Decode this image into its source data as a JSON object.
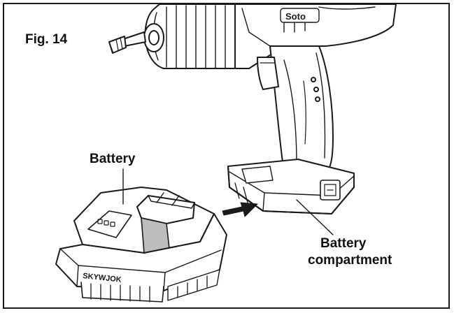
{
  "figure": {
    "label": "Fig. 14",
    "callouts": {
      "battery": "Battery",
      "compartment_line1": "Battery",
      "compartment_line2": "compartment"
    },
    "brand_on_battery": "SKYWJOK",
    "brand_on_drill": "Soto"
  },
  "colors": {
    "line": "#1a1a1a",
    "tint": "#bdbdbd",
    "background": "#ffffff"
  }
}
